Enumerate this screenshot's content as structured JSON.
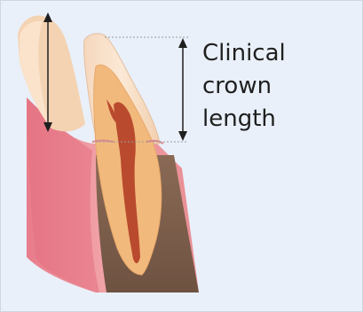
{
  "figure": {
    "label_lines": [
      "Clinical",
      "crown",
      "length"
    ]
  }
}
